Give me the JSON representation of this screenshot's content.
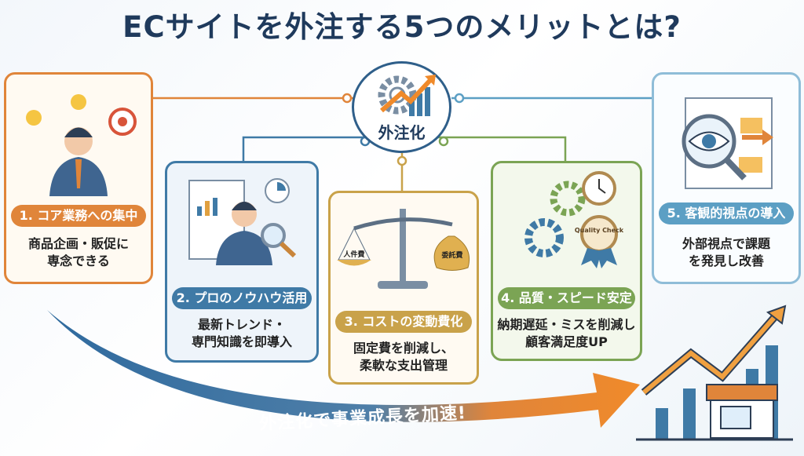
{
  "title": "ECサイトを外注する5つのメリットとは?",
  "hub": {
    "label": "外注化"
  },
  "cards": [
    {
      "label": "1. コア業務への集中",
      "desc": "商品企画・販促に\n専念できる",
      "color": "#e0853a"
    },
    {
      "label": "2. プロのノウハウ活用",
      "desc": "最新トレンド・\n専門知識を即導入",
      "color": "#3f7aa6"
    },
    {
      "label": "3. コストの変動費化",
      "desc": "固定費を削減し、\n柔軟な支出管理",
      "color": "#c9a24a",
      "icon_labels": [
        "人件費",
        "委託費"
      ]
    },
    {
      "label": "4. 品質・スピード安定",
      "desc": "納期遅延・ミスを削減し\n顧客満足度UP",
      "color": "#7ba454",
      "badge": "Quality Check"
    },
    {
      "label": "5. 客観的視点の導入",
      "desc": "外部視点で課題\nを発見し改善",
      "color": "#5c9fc4"
    }
  ],
  "banner": "外注化で事業成長を加速!"
}
